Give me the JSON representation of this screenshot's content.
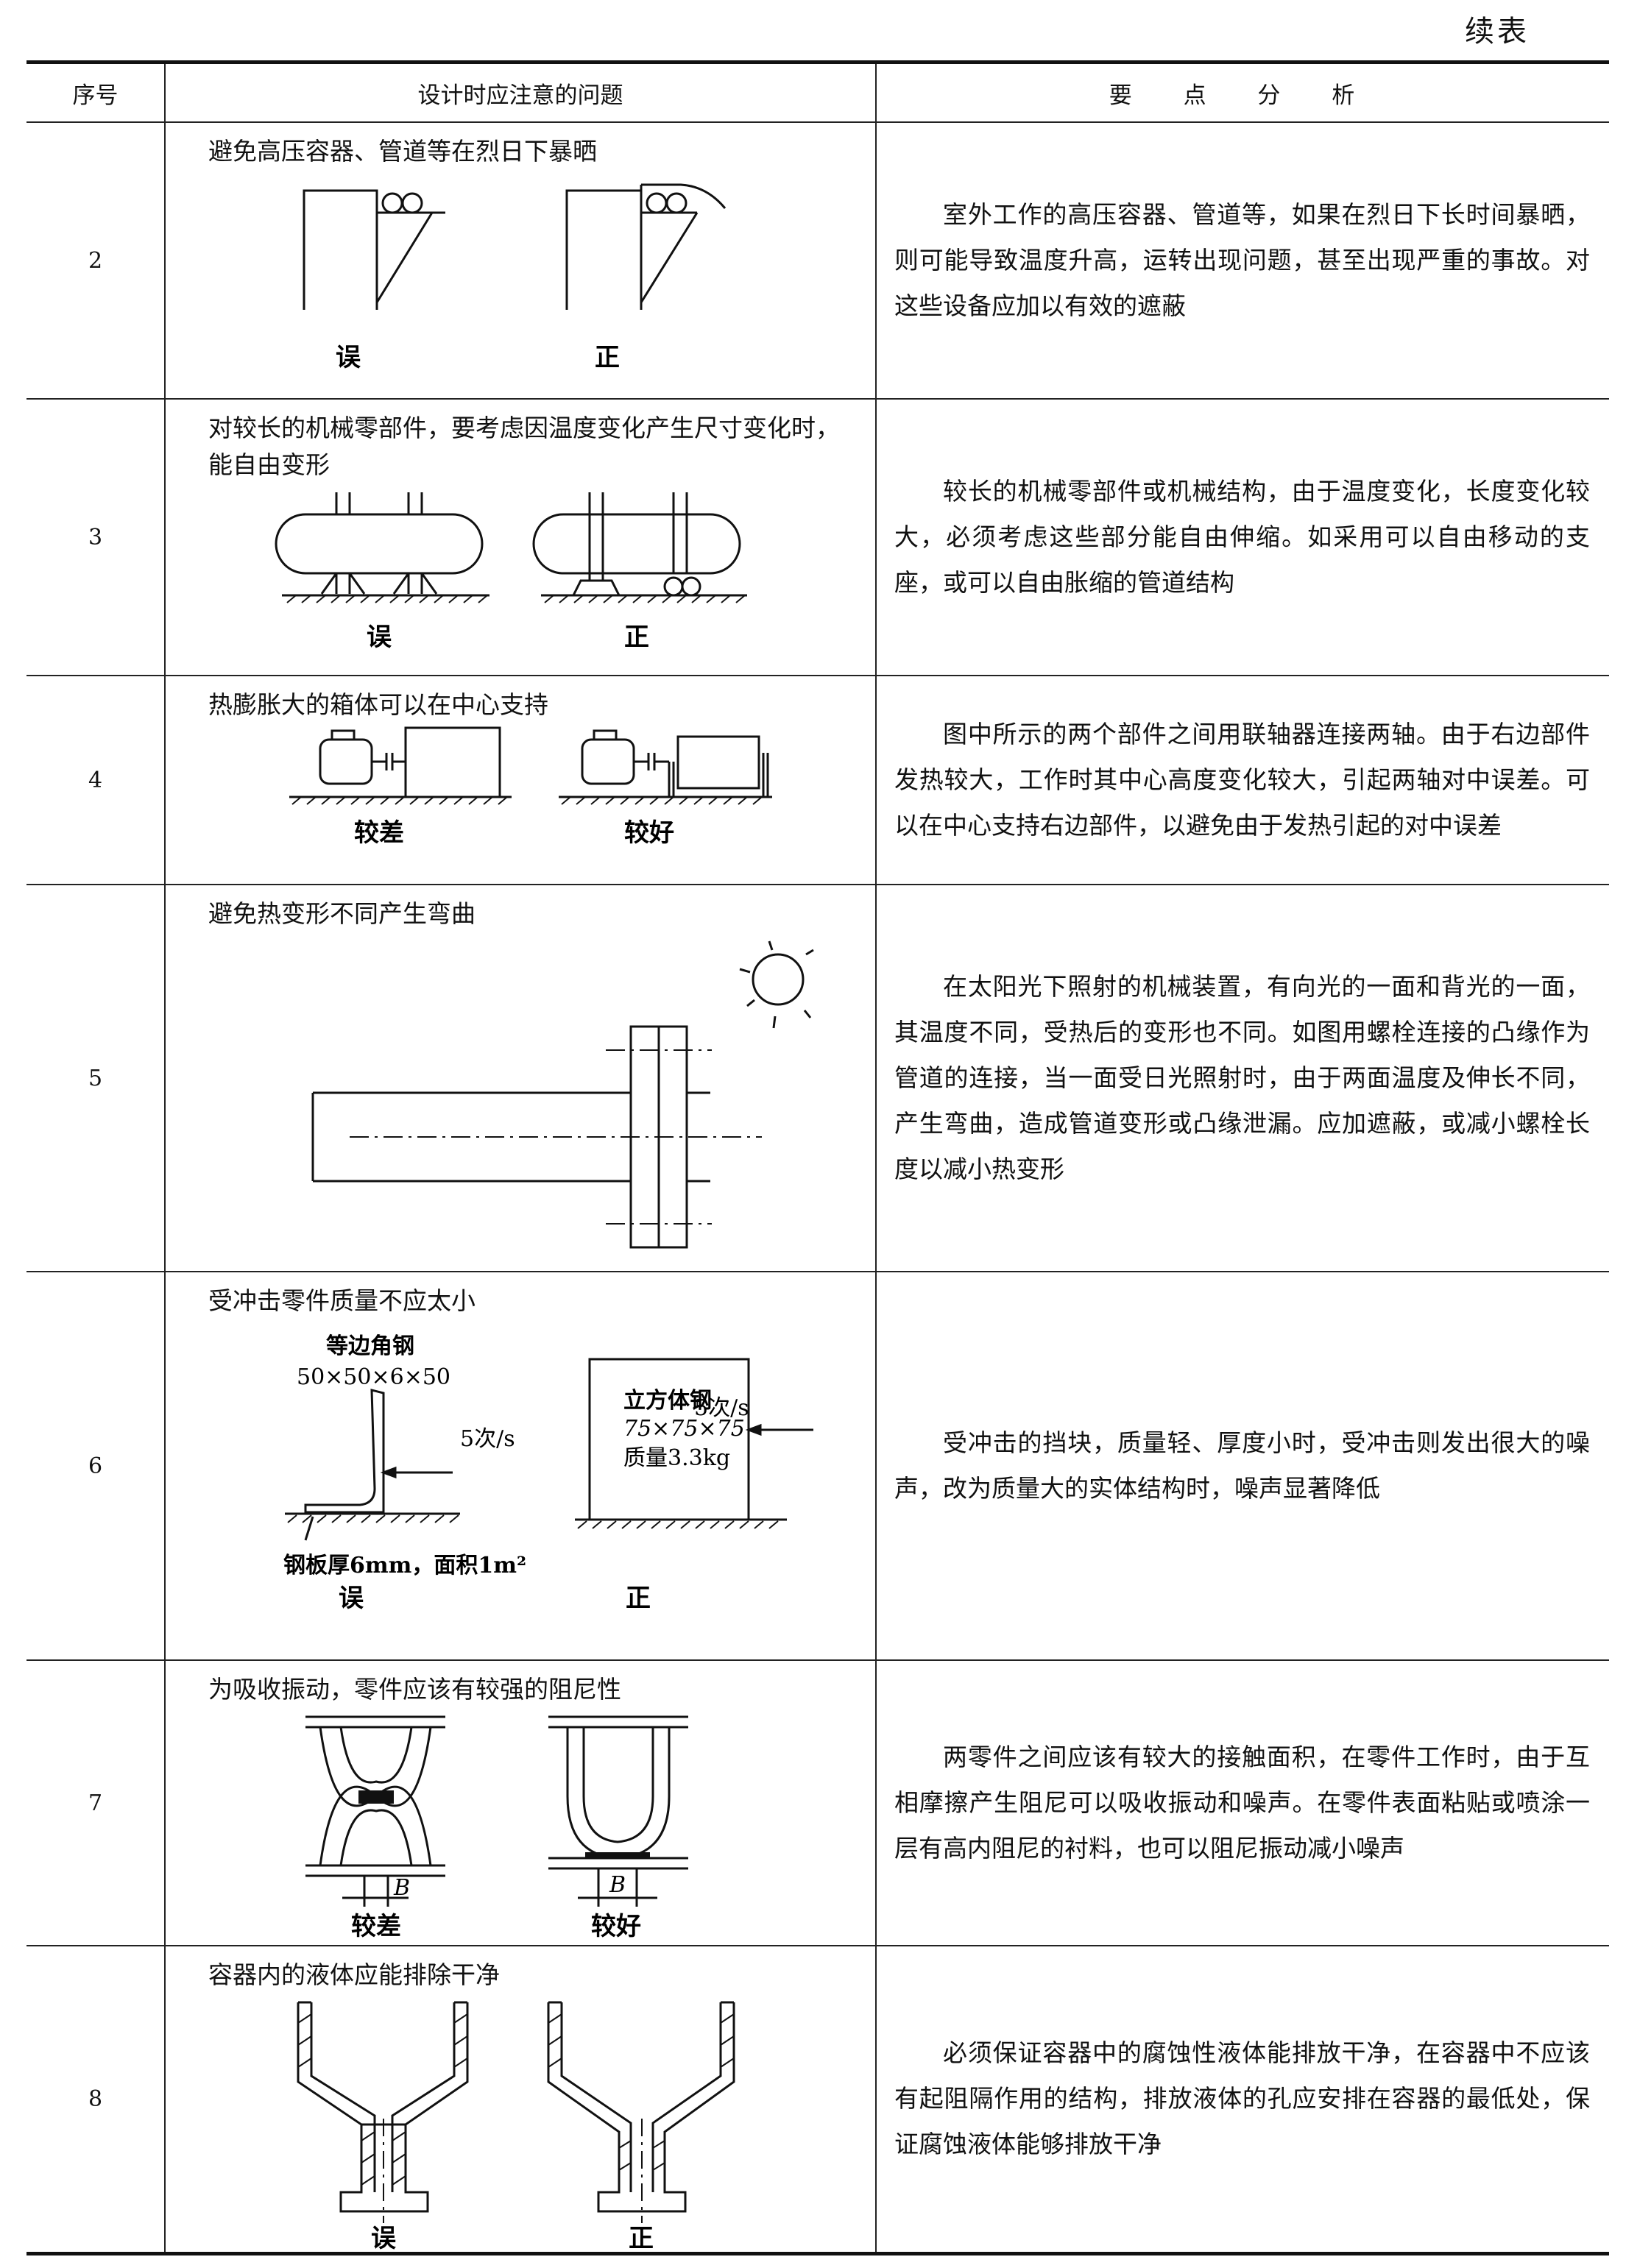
{
  "continued_label": "续表",
  "headers": {
    "num": "序号",
    "issue": "设计时应注意的问题",
    "analysis": "要 点 分 析"
  },
  "rows": [
    {
      "num": "2",
      "title": "避免高压容器、管道等在烈日下暴晒",
      "labels": [
        "误",
        "正"
      ],
      "analysis": "室外工作的高压容器、管道等，如果在烈日下长时间暴晒，则可能导致温度升高，运转出现问题，甚至出现严重的事故。对这些设备应加以有效的遮蔽"
    },
    {
      "num": "3",
      "title": "对较长的机械零部件，要考虑因温度变化产生尺寸变化时，能自由变形",
      "labels": [
        "误",
        "正"
      ],
      "analysis": "较长的机械零部件或机械结构，由于温度变化，长度变化较大，必须考虑这些部分能自由伸缩。如采用可以自由移动的支座，或可以自由胀缩的管道结构"
    },
    {
      "num": "4",
      "title": "热膨胀大的箱体可以在中心支持",
      "labels": [
        "较差",
        "较好"
      ],
      "analysis": "图中所示的两个部件之间用联轴器连接两轴。由于右边部件发热较大，工作时其中心高度变化较大，引起两轴对中误差。可以在中心支持右边部件，以避免由于发热引起的对中误差"
    },
    {
      "num": "5",
      "title": "避免热变形不同产生弯曲",
      "labels": [],
      "analysis": "在太阳光下照射的机械装置，有向光的一面和背光的一面，其温度不同，受热后的变形也不同。如图用螺栓连接的凸缘作为管道的连接，当一面受日光照射时，由于两面温度及伸长不同，产生弯曲，造成管道变形或凸缘泄漏。应加遮蔽，或减小螺栓长度以减小热变形"
    },
    {
      "num": "6",
      "title": "受冲击零件质量不应太小",
      "labels": [
        "误",
        "正"
      ],
      "figure_text": {
        "angle_name": "等边角钢",
        "angle_size": "50×50×6×50",
        "rate_left": "5次/s",
        "rate_right": "5次/s",
        "cube_name": "立方体钢",
        "cube_size": "75×75×75",
        "cube_mass": "质量3.3kg",
        "plate_note": "钢板厚6mm，面积1m²"
      },
      "analysis": "受冲击的挡块，质量轻、厚度小时，受冲击则发出很大的噪声，改为质量大的实体结构时，噪声显著降低"
    },
    {
      "num": "7",
      "title": "为吸收振动，零件应该有较强的阻尼性",
      "labels": [
        "较差",
        "较好"
      ],
      "dim_label": "B",
      "analysis": "两零件之间应该有较大的接触面积，在零件工作时，由于互相摩擦产生阻尼可以吸收振动和噪声。在零件表面粘贴或喷涂一层有高内阻尼的衬料，也可以阻尼振动减小噪声"
    },
    {
      "num": "8",
      "title": "容器内的液体应能排除干净",
      "labels": [
        "误",
        "正"
      ],
      "analysis": "必须保证容器中的腐蚀性液体能排放干净，在容器中不应该有起阻隔作用的结构，排放液体的孔应安排在容器的最低处，保证腐蚀液体能够排放干净"
    }
  ]
}
